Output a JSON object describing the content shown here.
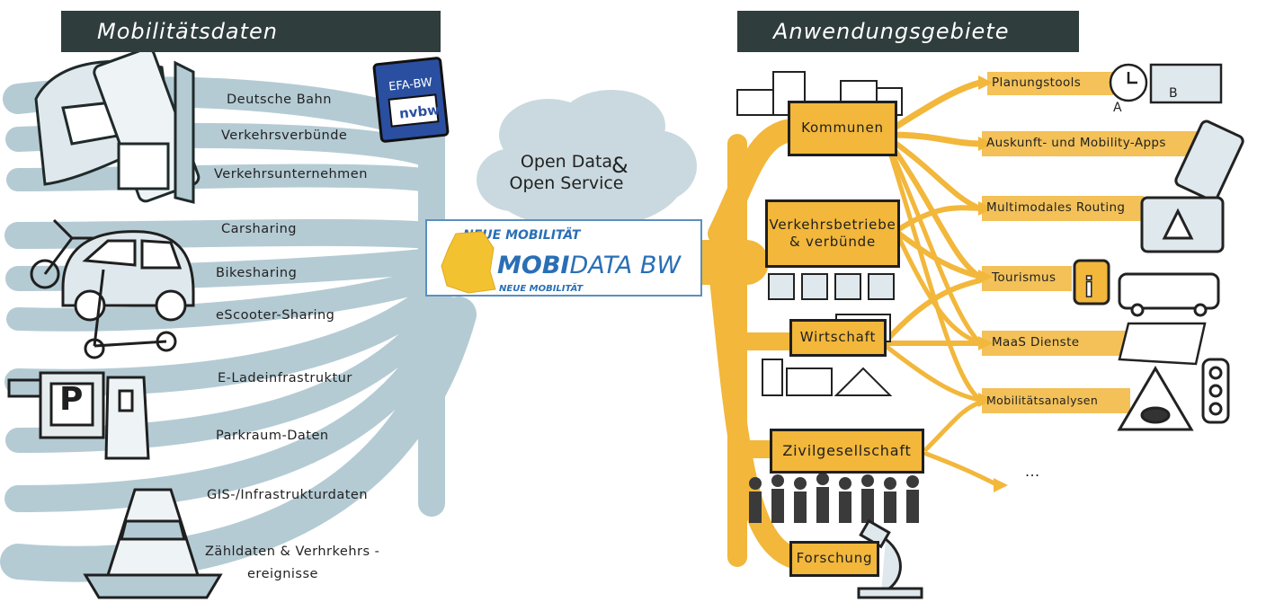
{
  "left_header": "Mobilitätsdaten",
  "right_header": "Anwendungsgebiete",
  "badge": {
    "line1": "EFA-BW",
    "line2": "nvbw"
  },
  "data_sources": [
    "Deutsche Bahn",
    "Verkehrsverbünde",
    "Verkehrsunternehmen",
    "Carsharing",
    "Bikesharing",
    "eScooter-Sharing",
    "E-Ladeinfrastruktur",
    "Parkraum-Daten",
    "GIS-/Infrastrukturdaten",
    "Zähldaten & Verhrkehrs -",
    "ereignisse"
  ],
  "cloud": {
    "line1": "Open Data",
    "amp": "&",
    "line2": "Open Service"
  },
  "logo": {
    "top_text": "NEUE MOBILITÄT",
    "brand_bold": "MOBI",
    "brand_light": "DATA BW",
    "tagline": "NEUE MOBILITÄT"
  },
  "sectors": [
    "Kommunen",
    "Verkehrsbetriebe",
    "& verbünde",
    "Wirtschaft",
    "Zivilgesellschaft",
    "Forschung"
  ],
  "applications": [
    "Planungstools",
    "Auskunft- und Mobility-Apps",
    "Multimodales Routing",
    "Tourismus",
    "MaaS Dienste",
    "Mobilitätsanalysen",
    "..."
  ],
  "icon_letters": {
    "a": "A",
    "b": "B",
    "info": "i",
    "parking": "P"
  },
  "colors": {
    "header_bg": "#2f3d3c",
    "data_stream": "#b4cbd4",
    "yellow": "#f2b73b",
    "logo_blue": "#2a6fb5",
    "logo_yellow": "#f2c230"
  }
}
